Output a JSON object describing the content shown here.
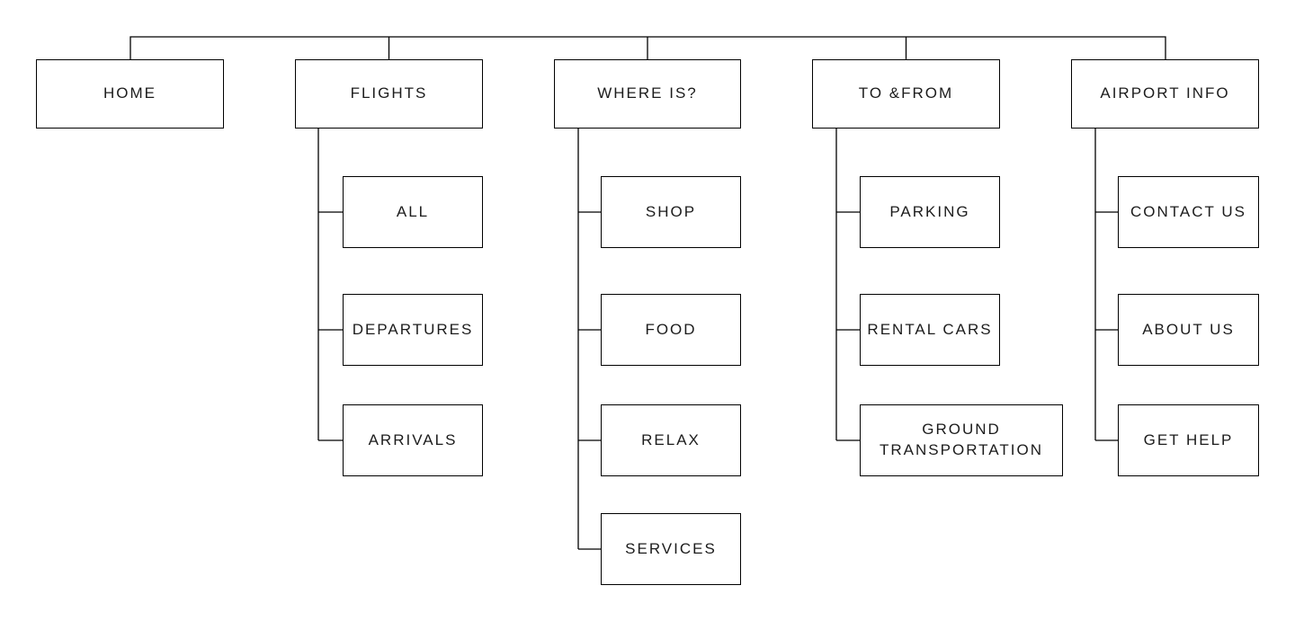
{
  "diagram": {
    "type": "sitemap-tree",
    "colors": {
      "background": "#ffffff",
      "line": "#000000",
      "box_border": "#000000",
      "text": "#1c1c1c"
    }
  },
  "tree": [
    {
      "label": "HOME",
      "children": []
    },
    {
      "label": "FLIGHTS",
      "children": [
        {
          "label": "ALL"
        },
        {
          "label": "DEPARTURES"
        },
        {
          "label": "ARRIVALS"
        }
      ]
    },
    {
      "label": "WHERE IS?",
      "children": [
        {
          "label": "SHOP"
        },
        {
          "label": "FOOD"
        },
        {
          "label": "RELAX"
        },
        {
          "label": "SERVICES"
        }
      ]
    },
    {
      "label": "TO &FROM",
      "children": [
        {
          "label": "PARKING"
        },
        {
          "label": "RENTAL CARS"
        },
        {
          "label": "GROUND TRANSPORTATION"
        }
      ]
    },
    {
      "label": "AIRPORT INFO",
      "children": [
        {
          "label": "CONTACT US"
        },
        {
          "label": "ABOUT US"
        },
        {
          "label": "GET HELP"
        }
      ]
    }
  ]
}
